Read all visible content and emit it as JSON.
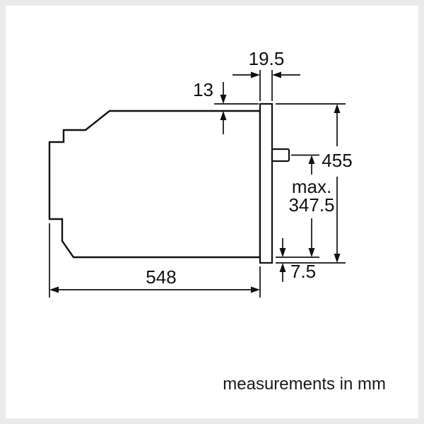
{
  "diagram": {
    "labels": {
      "recess_width": "19.5",
      "offset_top": "13",
      "height": "455",
      "max_prefix": "max.",
      "max_depth": "347.5",
      "offset_bottom": "7.5",
      "depth": "548"
    },
    "note": "measurements in mm",
    "colors": {
      "line": "#111111",
      "background": "#ffffff",
      "frame": "#ebebeb"
    }
  }
}
